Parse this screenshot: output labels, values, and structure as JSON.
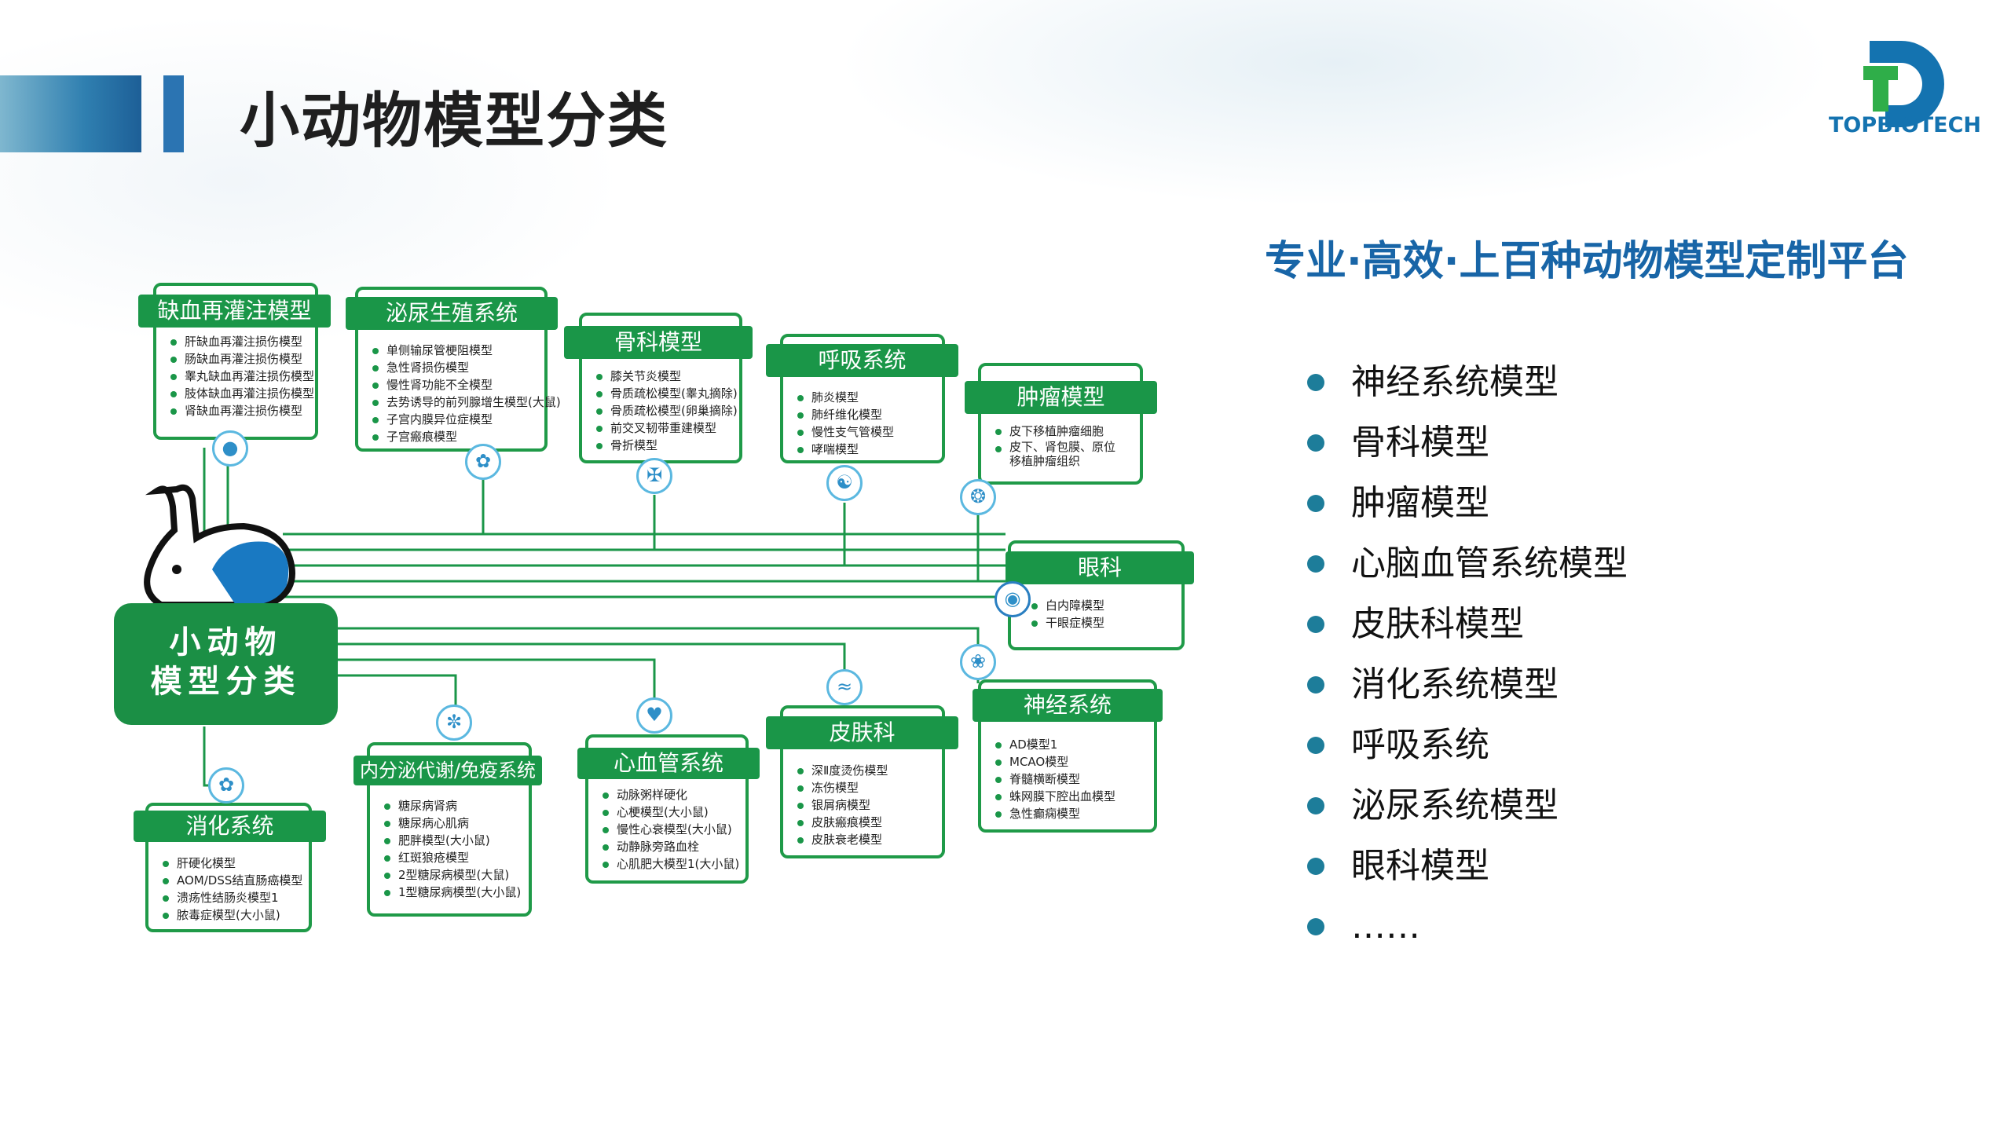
{
  "header": {
    "title": "小动物模型分类"
  },
  "logo": {
    "text": "TOPBIOTECH",
    "colors": {
      "blue": "#1473b0",
      "green": "#2fae49"
    }
  },
  "tagline": "专业·高效·上百种动物模型定制平台",
  "bullets": [
    "神经系统模型",
    "骨科模型",
    "肿瘤模型",
    "心脑血管系统模型",
    "皮肤科模型",
    "消化系统模型",
    "呼吸系统",
    "泌尿系统模型",
    "眼科模型",
    "……"
  ],
  "diagram": {
    "center": {
      "line1": "小动物",
      "line2": "模型分类"
    },
    "categories": [
      {
        "title": "缺血再灌注模型",
        "icon": "blood-drop-icon",
        "items": [
          "肝缺血再灌注损伤模型",
          "肠缺血再灌注损伤模型",
          "睾丸缺血再灌注损伤模型",
          "肢体缺血再灌注损伤模型",
          "肾缺血再灌注损伤模型"
        ]
      },
      {
        "title": "泌尿生殖系统",
        "icon": "kidney-icon",
        "items": [
          "单侧输尿管梗阻模型",
          "急性肾损伤模型",
          "慢性肾功能不全模型",
          "去势诱导的前列腺增生模型(大鼠)",
          "子宫内膜异位症模型",
          "子宫瘢痕模型"
        ]
      },
      {
        "title": "骨科模型",
        "icon": "bone-icon",
        "items": [
          "膝关节炎模型",
          "骨质疏松模型(睾丸摘除)",
          "骨质疏松模型(卵巢摘除)",
          "前交叉韧带重建模型",
          "骨折模型"
        ]
      },
      {
        "title": "呼吸系统",
        "icon": "lungs-icon",
        "items": [
          "肺炎模型",
          "肺纤维化模型",
          "慢性支气管模型",
          "哮喘模型"
        ]
      },
      {
        "title": "肿瘤模型",
        "icon": "tumor-cell-icon",
        "items": [
          "皮下移植肿瘤细胞",
          "皮下、肾包膜、原位\n移植肿瘤组织"
        ]
      },
      {
        "title": "眼科",
        "icon": "eye-icon",
        "items": [
          "白内障模型",
          "干眼症模型"
        ]
      },
      {
        "title": "神经系统",
        "icon": "neuron-icon",
        "items": [
          "AD模型1",
          "MCAO模型",
          "脊髓横断模型",
          "蛛网膜下腔出血模型",
          "急性癫痫模型"
        ]
      },
      {
        "title": "皮肤科",
        "icon": "skin-icon",
        "items": [
          "深Ⅱ度烫伤模型",
          "冻伤模型",
          "银屑病模型",
          "皮肤瘢痕模型",
          "皮肤衰老模型"
        ]
      },
      {
        "title": "心血管系统",
        "icon": "heart-icon",
        "items": [
          "动脉粥样硬化",
          "心梗模型(大小鼠)",
          "慢性心衰模型(大小鼠)",
          "动静脉旁路血栓",
          "心肌肥大模型1(大小鼠)"
        ]
      },
      {
        "title": "内分泌代谢/免疫系统",
        "icon": "pancreas-icon",
        "items": [
          "糖尿病肾病",
          "糖尿病心肌病",
          "肥胖模型(大小鼠)",
          "红斑狼疮模型",
          "2型糖尿病模型(大鼠)",
          "1型糖尿病模型(大小鼠)"
        ]
      },
      {
        "title": "消化系统",
        "icon": "stomach-icon",
        "items": [
          "肝硬化模型",
          "AOM/DSS结直肠癌模型",
          "溃疡性结肠炎模型1",
          "脓毒症模型(大小鼠)"
        ]
      }
    ]
  }
}
